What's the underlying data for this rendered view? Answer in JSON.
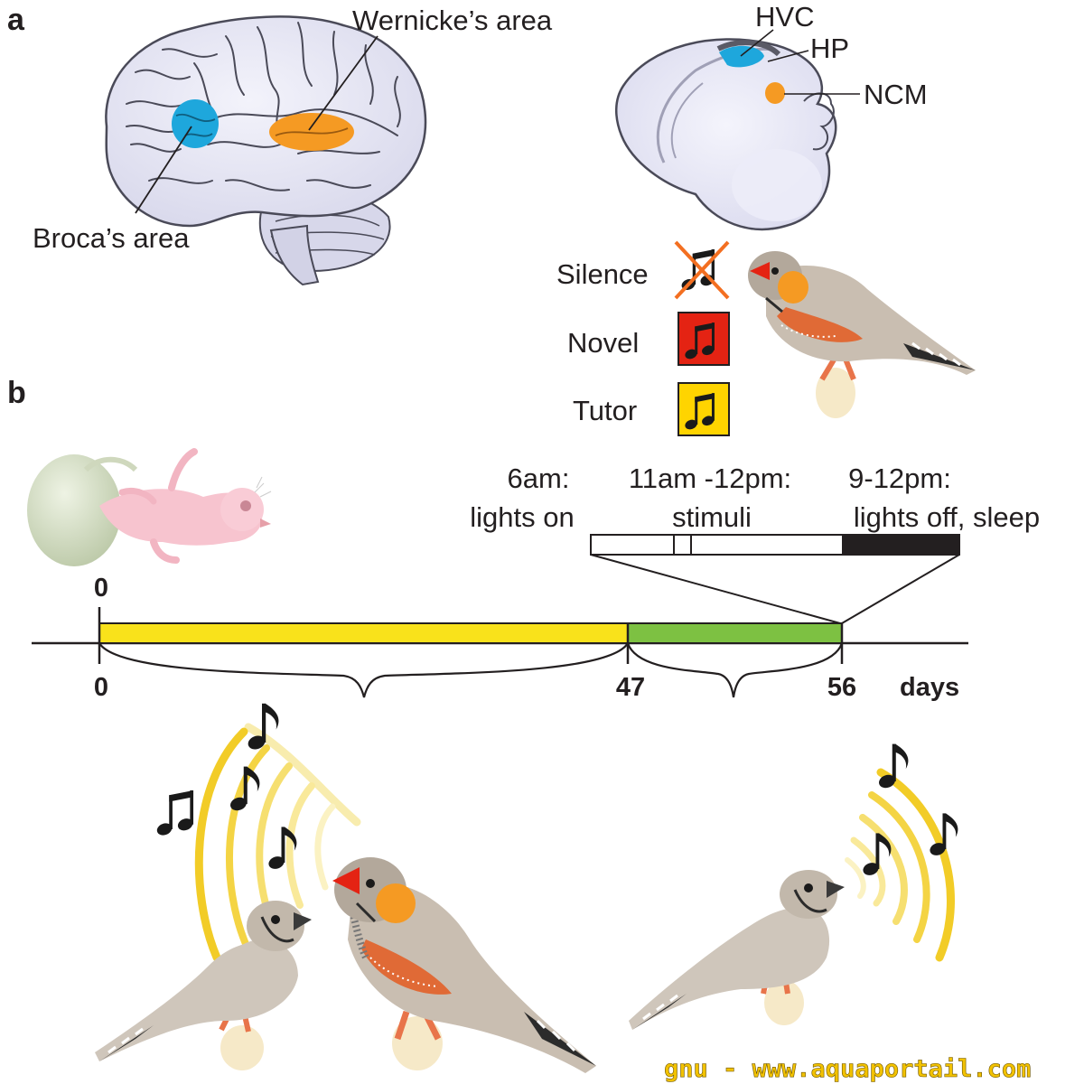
{
  "panels": {
    "a": "a",
    "b": "b"
  },
  "brain_labels": {
    "wernicke": "Wernicke’s area",
    "broca": "Broca’s area"
  },
  "bird_brain_labels": {
    "hvc": "HVC",
    "hp": "HP",
    "ncm": "NCM"
  },
  "stimulus_legend": {
    "silence": "Silence",
    "novel": "Novel",
    "tutor": "Tutor",
    "novel_color": "#e42313",
    "tutor_color": "#ffd400"
  },
  "daily_schedule": {
    "lights_on": [
      "6am:",
      "lights on"
    ],
    "stimuli": [
      "11am -12pm:",
      "stimuli"
    ],
    "lights_off": [
      "9-12pm:",
      "lights off, sleep"
    ]
  },
  "timeline": {
    "top_zero": "0",
    "ticks": [
      "0",
      "47",
      "56"
    ],
    "unit": "days",
    "phase1_color": "#f9e21b",
    "phase2_color": "#7dc142"
  },
  "colors": {
    "hvc_blue": "#1ea7dc",
    "wernicke_orange": "#f59a23",
    "brain": "#e6e6f4"
  },
  "icons": [
    "music-note-icon",
    "crossed-music-note-icon"
  ],
  "watermark": "gnu - www.aquaportail.com"
}
